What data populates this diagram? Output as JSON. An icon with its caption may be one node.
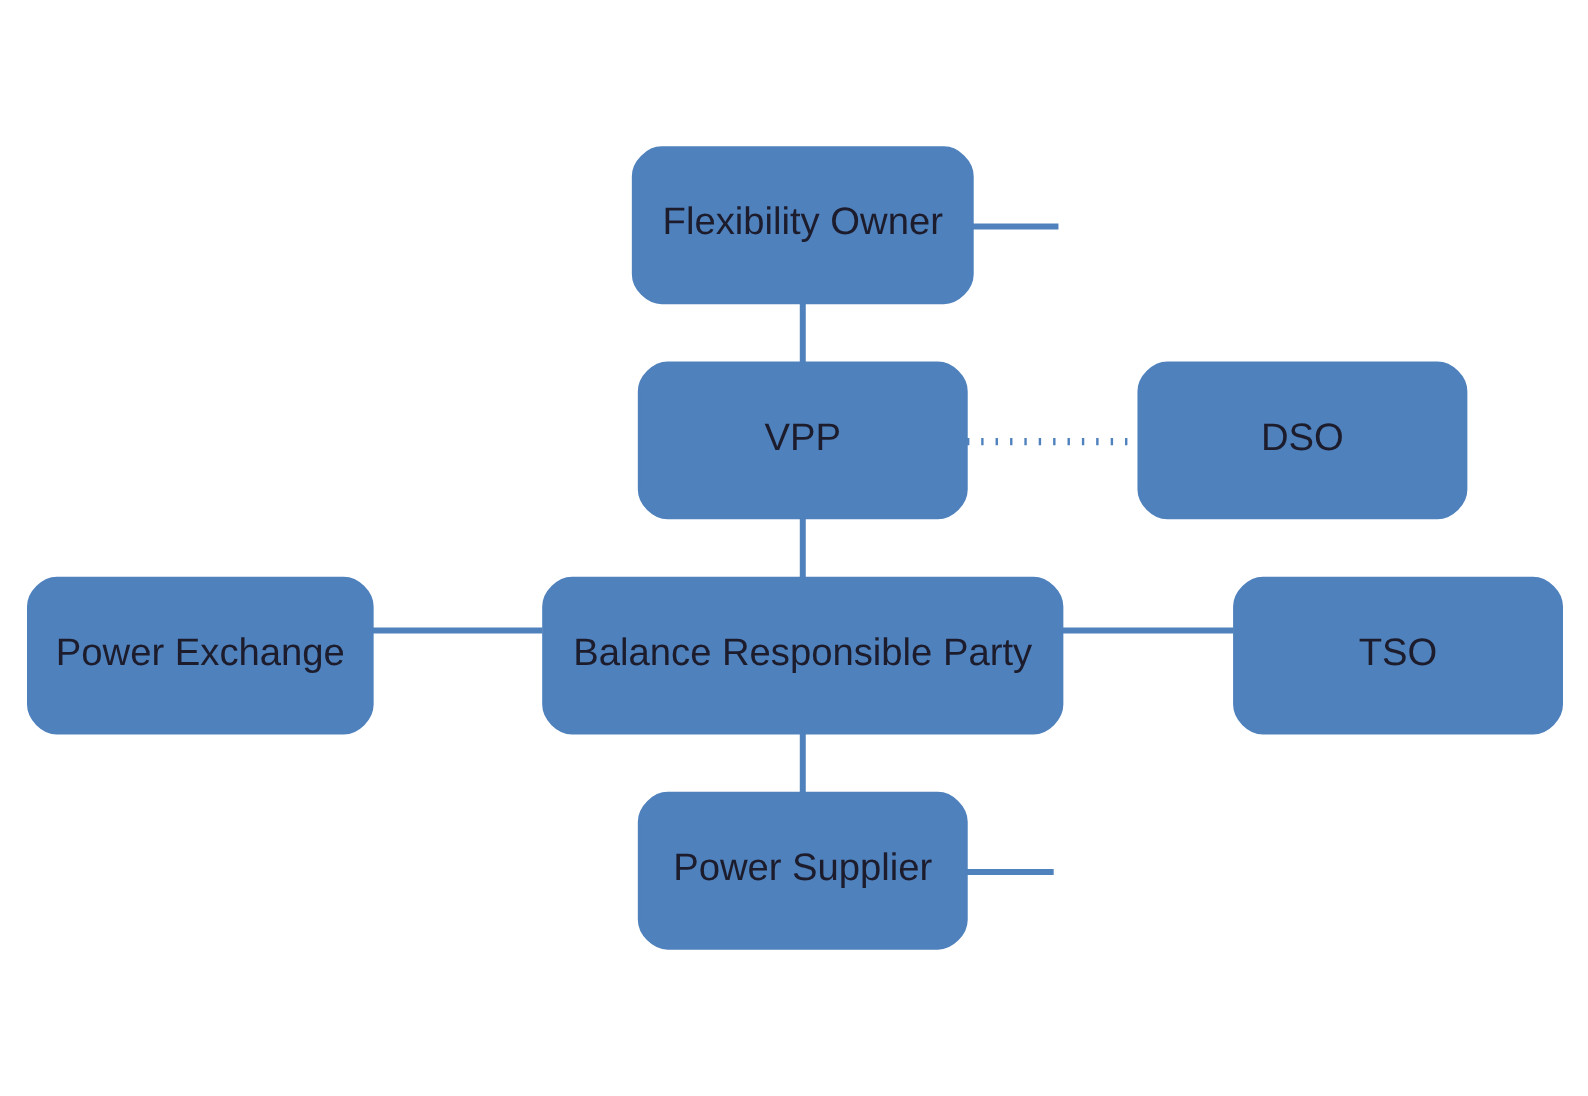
{
  "diagram": {
    "nodes": [
      {
        "text": [
          "Flexibility Owner"
        ]
      },
      {
        "text": [
          "VPP"
        ]
      },
      {
        "text": [
          "DSO"
        ]
      },
      {
        "text": [
          "Power Exchange"
        ]
      },
      {
        "text": [
          "Balance Responsible Party"
        ]
      },
      {
        "text": [
          "TSO"
        ]
      },
      {
        "text": [
          "Power Supplier"
        ]
      }
    ],
    "edges": [
      {
        "from": 0,
        "to": 1,
        "arrow": "none"
      },
      {
        "from": 1,
        "to": 2,
        "arrow": "none",
        "style": "dashed"
      },
      {
        "from": 1,
        "to": 4,
        "arrow": "none"
      },
      {
        "from": 3,
        "to": 4,
        "arrow": "none"
      },
      {
        "from": 4,
        "to": 5,
        "arrow": "none"
      },
      {
        "from": 4,
        "to": 6,
        "arrow": "none"
      },
      {
        "from": 0,
        "to": null,
        "arrow": "none"
      },
      {
        "from": 6,
        "to": null,
        "arrow": "none"
      }
    ]
  }
}
